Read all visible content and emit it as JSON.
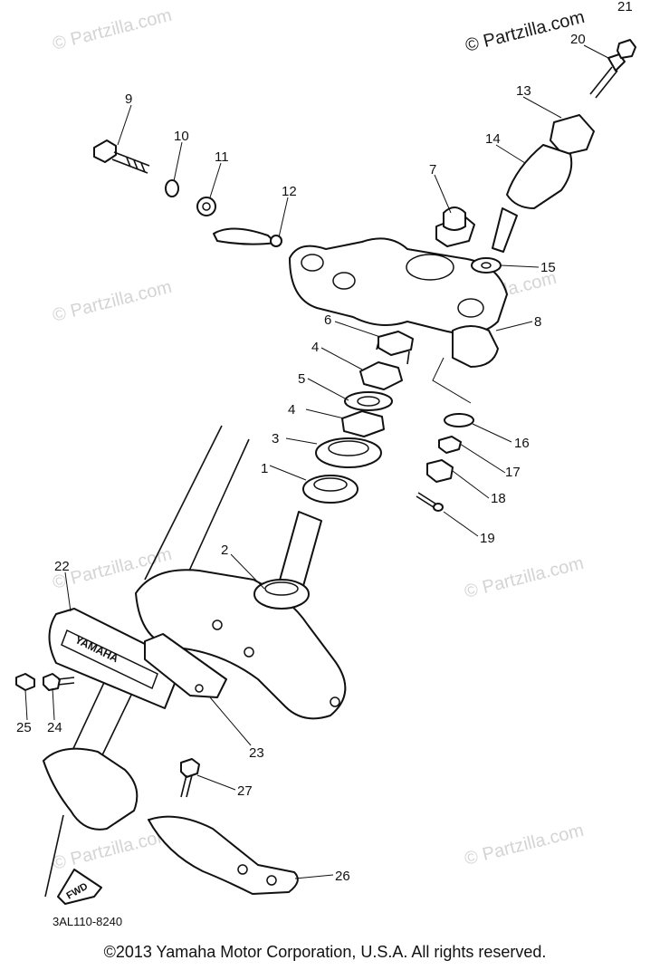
{
  "watermark": {
    "brand": "© Partzilla.com"
  },
  "callouts": [
    "1",
    "2",
    "3",
    "4",
    "4",
    "5",
    "6",
    "7",
    "8",
    "9",
    "10",
    "11",
    "12",
    "13",
    "14",
    "15",
    "16",
    "17",
    "18",
    "19",
    "20",
    "21",
    "22",
    "23",
    "24",
    "25",
    "26",
    "27"
  ],
  "stamp": {
    "brand": "YAMAHA",
    "fwd": "FWD"
  },
  "diagram_code": "3AL110-8240",
  "copyright": "©2013 Yamaha Motor Corporation, U.S.A. All rights reserved."
}
